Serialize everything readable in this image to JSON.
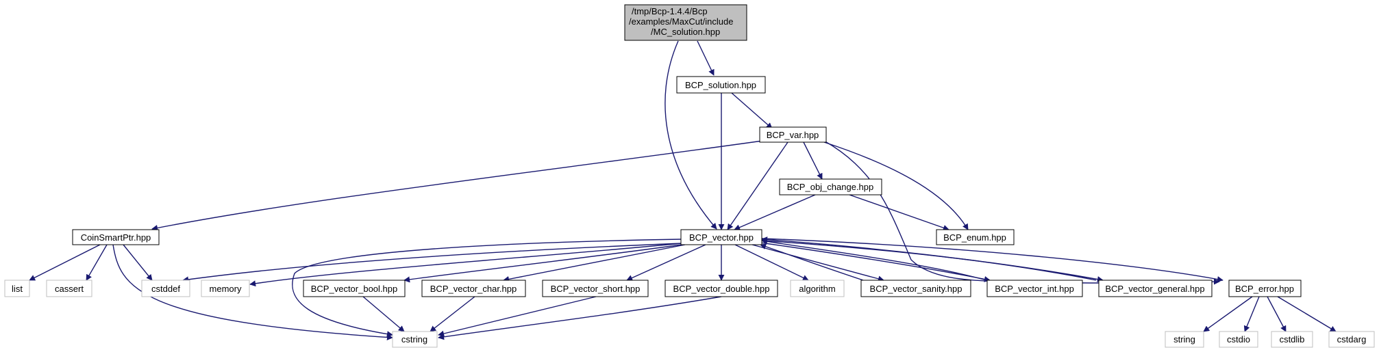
{
  "colors": {
    "edge": "#191970",
    "root_fill": "#bfbfbf",
    "node_border": "#000000",
    "external_border": "#bfbfbf",
    "text": "#000000"
  },
  "root": {
    "lines": [
      "/tmp/Bcp-1.4.4/Bcp",
      "/examples/MaxCut/include",
      "/MC_solution.hpp"
    ]
  },
  "nodes": {
    "bcp_solution": "BCP_solution.hpp",
    "bcp_var": "BCP_var.hpp",
    "bcp_obj_change": "BCP_obj_change.hpp",
    "coin_smart_ptr": "CoinSmartPtr.hpp",
    "bcp_vector": "BCP_vector.hpp",
    "bcp_enum": "BCP_enum.hpp",
    "bcp_vector_bool": "BCP_vector_bool.hpp",
    "bcp_vector_char": "BCP_vector_char.hpp",
    "bcp_vector_short": "BCP_vector_short.hpp",
    "bcp_vector_double": "BCP_vector_double.hpp",
    "bcp_vector_sanity": "BCP_vector_sanity.hpp",
    "bcp_vector_int": "BCP_vector_int.hpp",
    "bcp_vector_general": "BCP_vector_general.hpp",
    "bcp_error": "BCP_error.hpp"
  },
  "externals": {
    "list": "list",
    "cassert": "cassert",
    "cstddef": "cstddef",
    "memory": "memory",
    "algorithm": "algorithm",
    "cstring": "cstring",
    "string": "string",
    "cstdio": "cstdio",
    "cstdlib": "cstdlib",
    "cstdarg": "cstdarg"
  }
}
